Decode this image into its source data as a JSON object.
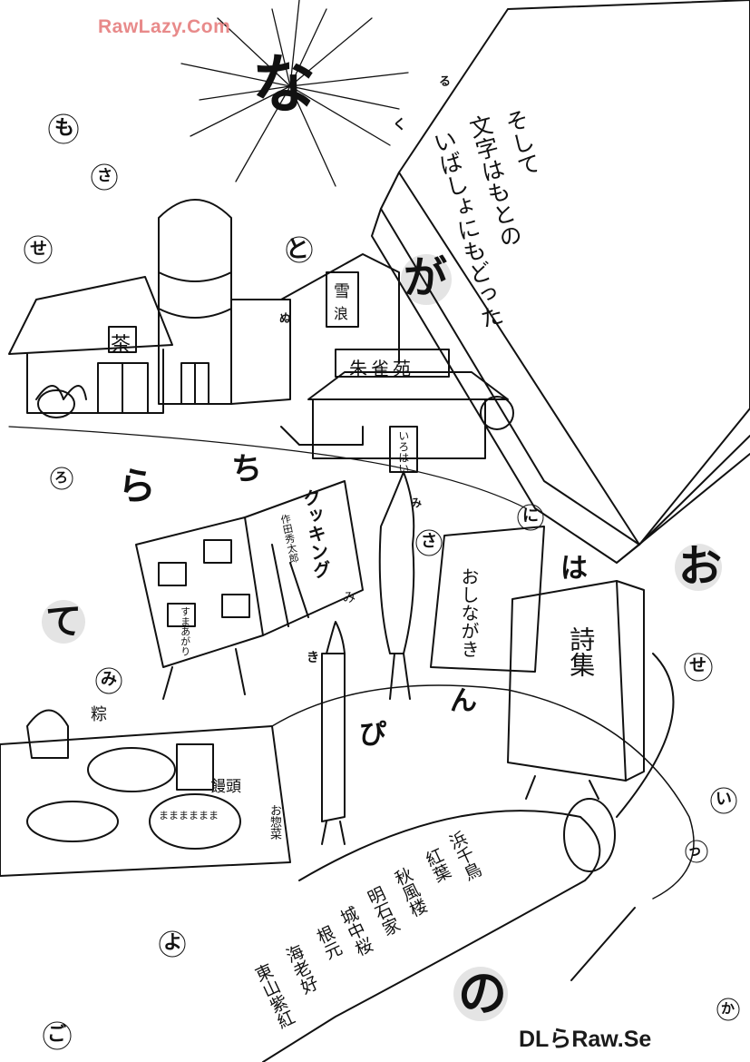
{
  "watermarks": {
    "top": "RawLazy.Com",
    "bottom": "DLらRaw.Se"
  },
  "big_kana": {
    "na": "な",
    "ga": "が",
    "o": "お",
    "no": "の",
    "ra": "ら",
    "te": "て",
    "chi": "ち",
    "ha": "は",
    "pi": "ぴ",
    "n": "ん"
  },
  "small_kana": {
    "mo": "も",
    "sa": "さ",
    "se": "せ",
    "to": "と",
    "ni": "に",
    "sa2": "さ",
    "mi": "み",
    "se2": "せ",
    "i": "い",
    "tsu": "っ",
    "go": "ご",
    "yo": "よ",
    "ka": "か",
    "ro": "ろ",
    "ku": "く",
    "ru": "る",
    "ki": "き",
    "nu": "ぬ",
    "mi2": "み"
  },
  "book_text": [
    "そして",
    "文字はもとの",
    "いばしょにもどった"
  ],
  "signs": {
    "tea": "茶",
    "suzaku": "朱雀苑",
    "yuki": "雪",
    "shimo": "浪",
    "iroha": "いろはい",
    "cooking": "クッキング",
    "cooking_sub": "作田秀太郎",
    "cooking_page": "み",
    "dango": "すまあがり",
    "oshinagaki": "おしながき",
    "shishu": "詩集",
    "zongzi": "粽",
    "manju": "饅頭",
    "osouzai": "お惣菜",
    "manju_balls": "まままままま"
  },
  "scroll_lines": [
    "東山紫紅",
    "海老好",
    "根元",
    "城中桜",
    "明石家",
    "秋風楼",
    "紅葉",
    "浜千鳥"
  ]
}
